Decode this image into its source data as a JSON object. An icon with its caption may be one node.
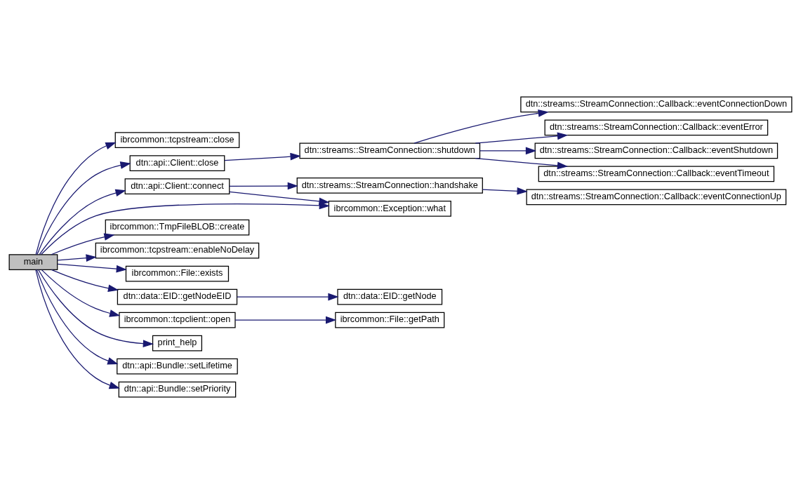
{
  "diagram": {
    "nodes": [
      {
        "text": [
          "main"
        ]
      },
      {
        "text": [
          "ibrcommon::tcpstream::close"
        ]
      },
      {
        "text": [
          "dtn::api::Client::close"
        ]
      },
      {
        "text": [
          "dtn::streams::StreamConnection::shutdown"
        ]
      },
      {
        "text": [
          "dtn::streams::StreamConnection::Callback::eventConnectionDown"
        ]
      },
      {
        "text": [
          "dtn::streams::StreamConnection::Callback::eventError"
        ]
      },
      {
        "text": [
          "dtn::streams::StreamConnection::Callback::eventShutdown"
        ]
      },
      {
        "text": [
          "dtn::streams::StreamConnection::Callback::eventTimeout"
        ]
      },
      {
        "text": [
          "dtn::api::Client::connect"
        ]
      },
      {
        "text": [
          "dtn::streams::StreamConnection::handshake"
        ]
      },
      {
        "text": [
          "dtn::streams::StreamConnection::Callback::eventConnectionUp"
        ]
      },
      {
        "text": [
          "ibrcommon::Exception::what"
        ]
      },
      {
        "text": [
          "ibrcommon::TmpFileBLOB::create"
        ]
      },
      {
        "text": [
          "ibrcommon::tcpstream::enableNoDelay"
        ]
      },
      {
        "text": [
          "ibrcommon::File::exists"
        ]
      },
      {
        "text": [
          "dtn::data::EID::getNodeEID"
        ]
      },
      {
        "text": [
          "dtn::data::EID::getNode"
        ]
      },
      {
        "text": [
          "ibrcommon::tcpclient::open"
        ]
      },
      {
        "text": [
          "ibrcommon::File::getPath"
        ]
      },
      {
        "text": [
          "print_help"
        ]
      },
      {
        "text": [
          "dtn::api::Bundle::setLifetime"
        ]
      },
      {
        "text": [
          "dtn::api::Bundle::setPriority"
        ]
      }
    ],
    "edges": [
      {
        "from": 0,
        "to": 1,
        "arrow": "to"
      },
      {
        "from": 0,
        "to": 2,
        "arrow": "to"
      },
      {
        "from": 2,
        "to": 3,
        "arrow": "to"
      },
      {
        "from": 3,
        "to": 4,
        "arrow": "to"
      },
      {
        "from": 3,
        "to": 5,
        "arrow": "to"
      },
      {
        "from": 3,
        "to": 6,
        "arrow": "to"
      },
      {
        "from": 3,
        "to": 7,
        "arrow": "to"
      },
      {
        "from": 0,
        "to": 8,
        "arrow": "to"
      },
      {
        "from": 8,
        "to": 9,
        "arrow": "to"
      },
      {
        "from": 9,
        "to": 10,
        "arrow": "to"
      },
      {
        "from": 8,
        "to": 11,
        "arrow": "to"
      },
      {
        "from": 0,
        "to": 11,
        "arrow": "to"
      },
      {
        "from": 0,
        "to": 12,
        "arrow": "to"
      },
      {
        "from": 0,
        "to": 13,
        "arrow": "to"
      },
      {
        "from": 0,
        "to": 14,
        "arrow": "to"
      },
      {
        "from": 0,
        "to": 15,
        "arrow": "to"
      },
      {
        "from": 15,
        "to": 16,
        "arrow": "to"
      },
      {
        "from": 0,
        "to": 17,
        "arrow": "to"
      },
      {
        "from": 17,
        "to": 18,
        "arrow": "to"
      },
      {
        "from": 0,
        "to": 19,
        "arrow": "to"
      },
      {
        "from": 0,
        "to": 20,
        "arrow": "to"
      },
      {
        "from": 0,
        "to": 21,
        "arrow": "to"
      }
    ]
  }
}
